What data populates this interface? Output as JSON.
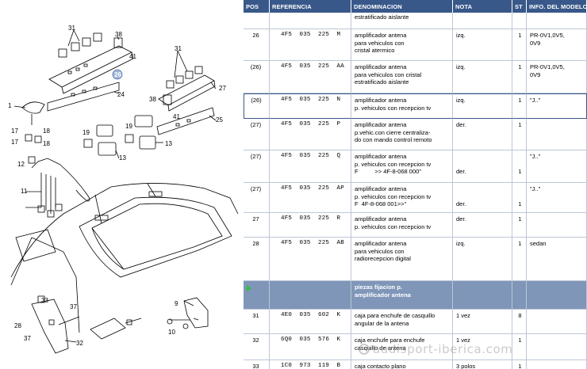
{
  "diagram": {
    "labels": [
      "31",
      "38",
      "26",
      "41",
      "1",
      "24",
      "31",
      "27",
      "38",
      "17",
      "18",
      "17",
      "18",
      "19",
      "19",
      "25",
      "41",
      "12",
      "11",
      "13",
      "13",
      "33",
      "37",
      "28",
      "37",
      "32",
      "9",
      "10"
    ]
  },
  "table": {
    "headers": {
      "pos": "POS",
      "ref": "REFERENCIA",
      "den": "DENOMINACION",
      "nota": "NOTA",
      "st": "ST",
      "modelo": "INFO. DEL MODELO"
    },
    "top_continuation": {
      "den": "estratificado aislante"
    },
    "rows": [
      {
        "pos": "26",
        "ref": "4F5  035  225  M",
        "den": [
          "amplificador antena",
          "para vehiculos con",
          "cristal atermico"
        ],
        "nota": "izq.",
        "st": "1",
        "modelo": [
          "PR-0V1,0V5,",
          "0V9"
        ]
      },
      {
        "pos": "(26)",
        "ref": "4F5  035  225  AA",
        "den": [
          "amplificador antena",
          "para vehiculos con cristal",
          "estratificado aislante"
        ],
        "nota": "izq.",
        "st": "1",
        "modelo": [
          "PR-0V1,0V5,",
          "0V9"
        ]
      },
      {
        "pos": "(26)",
        "ref": "4F5  035  225  N",
        "den": [
          "amplificador antena",
          "p. vehiculos con recepcion tv"
        ],
        "nota": "izq.",
        "st": "1",
        "modelo": [
          "\"J..\""
        ]
      },
      {
        "pos": "(27)",
        "ref": "4F5  035  225  P",
        "den": [
          "amplificador antena",
          "p.vehic.con cierre centraliza-",
          "do con mando control remoto"
        ],
        "nota": "der.",
        "st": "1",
        "modelo": [
          ""
        ]
      },
      {
        "pos": "(27)",
        "ref": "4F5  035  225  Q",
        "den": [
          "amplificador antena",
          "p. vehiculos con recepcion tv",
          "F          >> 4F-8-068 000\""
        ],
        "nota": "der.",
        "st": "1",
        "modelo": [
          "\"J..\""
        ]
      },
      {
        "pos": "(27)",
        "ref": "4F5  035  225  AP",
        "den": [
          "amplificador antena",
          "p. vehiculos con recepcion tv",
          "F  4F-8-068 001>>\""
        ],
        "nota": "der.",
        "st": "1",
        "modelo": [
          "\"J..\""
        ]
      },
      {
        "pos": "27",
        "ref": "4F5  035  225  R",
        "den": [
          "amplificador antena",
          "p. vehiculos con recepcion tv"
        ],
        "nota": "der.",
        "st": "1",
        "modelo": [
          ""
        ]
      },
      {
        "pos": "28",
        "ref": "4F5  035  225  AB",
        "den": [
          "amplificador antena",
          "para vehiculos con",
          "radiorecepcion digital"
        ],
        "nota": "izq.",
        "st": "1",
        "modelo": [
          "sedan"
        ]
      },
      {
        "pos": "31",
        "ref": "4E0  035  602  K",
        "den": [
          "caja para enchufe de casquillo",
          "angular de la antena"
        ],
        "nota": "1 vez",
        "st": "8",
        "modelo": [
          ""
        ]
      },
      {
        "pos": "32",
        "ref": "6Q0  035  576  K",
        "den": [
          "caja enchufe para enchufe",
          "casquillo de antena"
        ],
        "nota": "1 vez",
        "st": "1",
        "modelo": [
          ""
        ]
      },
      {
        "pos": "33",
        "ref": "1C0  973  119  B",
        "den": [
          "caja contacto plano"
        ],
        "nota": "3 polos",
        "st": "1",
        "modelo": [
          ""
        ]
      }
    ],
    "section": {
      "den": [
        "piezas fijacion p.",
        "amplificador antena"
      ]
    }
  },
  "watermark": "audisport-iberica.com",
  "colors": {
    "header_bg": "#39588a",
    "section_bg": "#7f96b8",
    "grid": "#bcc7d7",
    "marker": "#2fc23a"
  }
}
